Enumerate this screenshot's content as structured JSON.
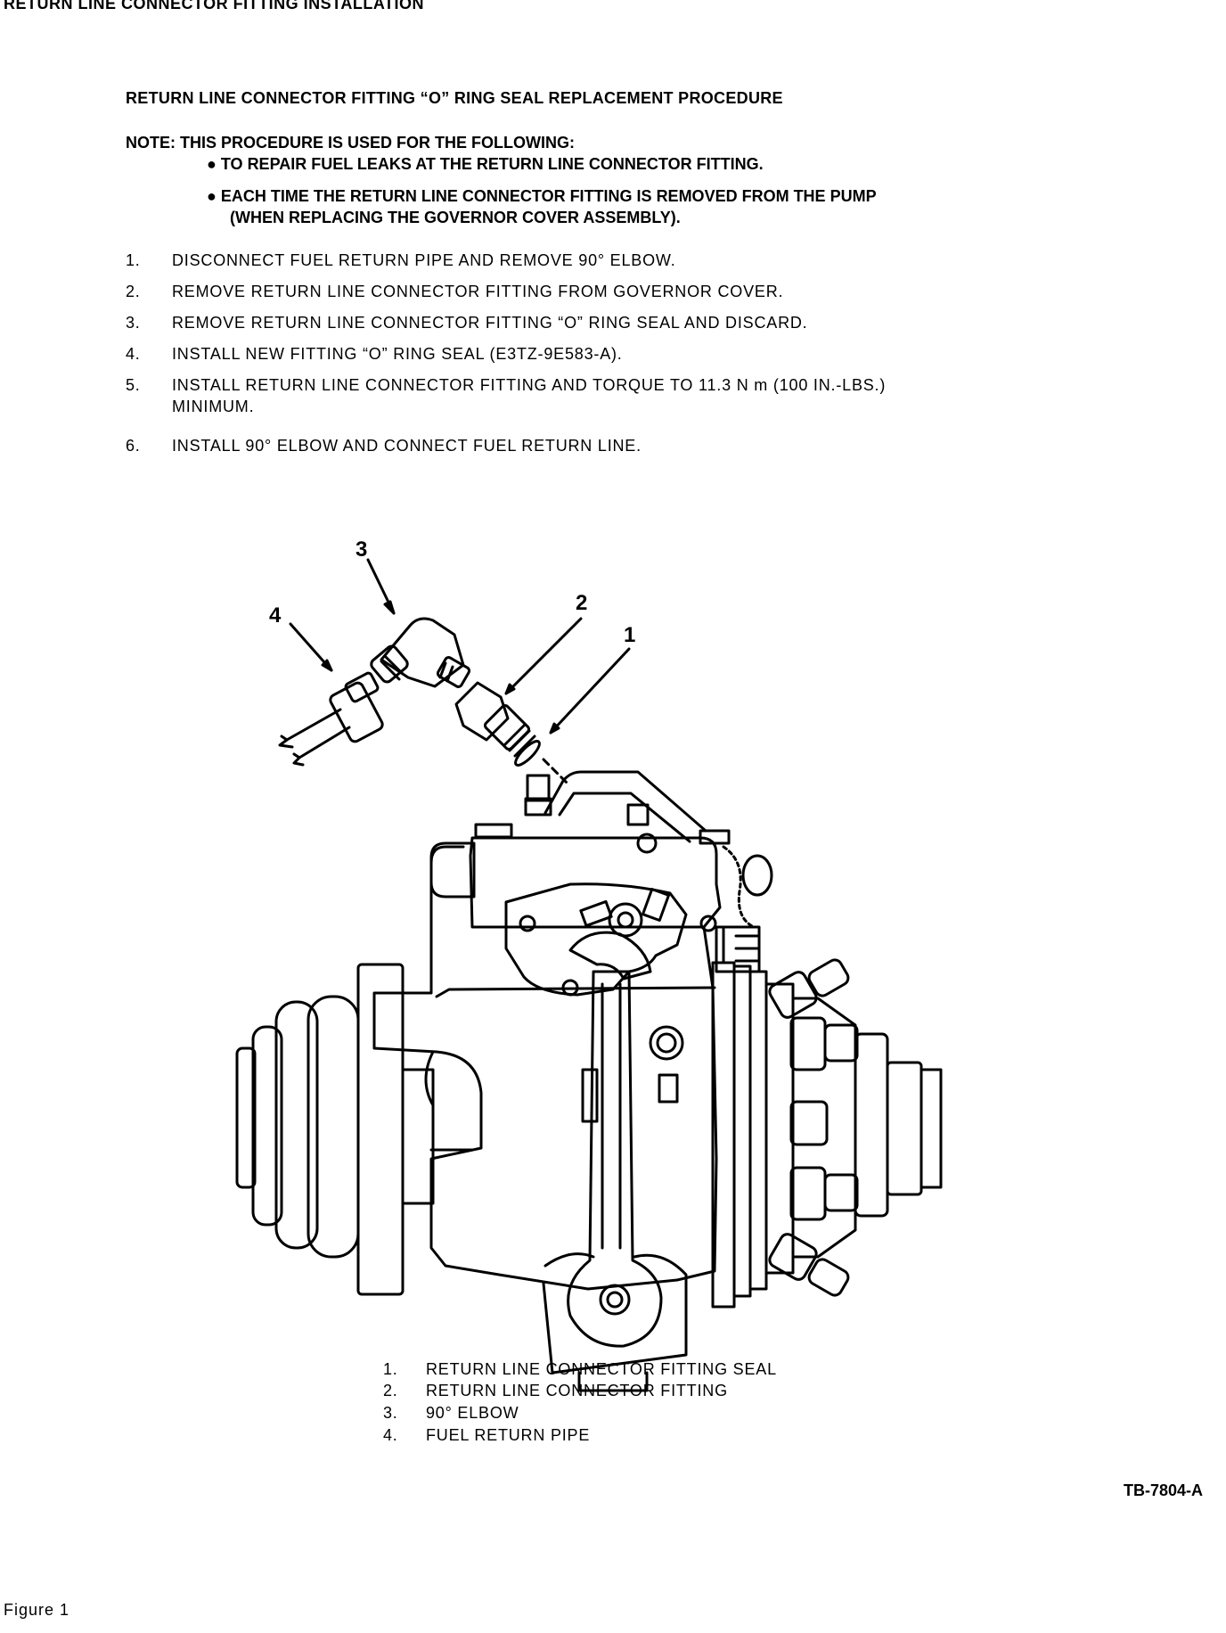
{
  "header": {
    "title": "RETURN LINE CONNECTOR FITTING INSTALLATION"
  },
  "procedure": {
    "subtitle": "RETURN LINE CONNECTOR FITTING “O” RING SEAL REPLACEMENT PROCEDURE",
    "note": "NOTE: THIS PROCEDURE IS USED FOR THE FOLLOWING:",
    "bullets": [
      "TO REPAIR FUEL LEAKS AT THE RETURN LINE CONNECTOR FITTING.",
      "EACH TIME THE RETURN LINE CONNECTOR FITTING IS REMOVED FROM THE PUMP",
      "(WHEN REPLACING THE GOVERNOR COVER ASSEMBLY)."
    ],
    "steps": [
      {
        "num": "1.",
        "text": "DISCONNECT FUEL RETURN PIPE AND REMOVE 90° ELBOW."
      },
      {
        "num": "2.",
        "text": "REMOVE RETURN LINE CONNECTOR FITTING FROM GOVERNOR COVER."
      },
      {
        "num": "3.",
        "text": "REMOVE RETURN LINE CONNECTOR FITTING “O” RING SEAL AND DISCARD."
      },
      {
        "num": "4.",
        "text": "INSTALL NEW FITTING “O” RING SEAL (E3TZ-9E583-A)."
      },
      {
        "num": "5.",
        "text": "INSTALL RETURN LINE CONNECTOR FITTING AND TORQUE TO 11.3 N m (100 IN.-LBS.)",
        "text2": "MINIMUM."
      },
      {
        "num": "6.",
        "text": "INSTALL 90° ELBOW AND CONNECT FUEL RETURN LINE."
      }
    ]
  },
  "figure": {
    "callouts": [
      "1",
      "2",
      "3",
      "4"
    ],
    "legend": [
      {
        "num": "1.",
        "text": "RETURN LINE CONNECTOR FITTING SEAL"
      },
      {
        "num": "2.",
        "text": "RETURN LINE CONNECTOR FITTING"
      },
      {
        "num": "3.",
        "text": "90° ELBOW"
      },
      {
        "num": "4.",
        "text": "FUEL RETURN PIPE"
      }
    ],
    "code": "TB-7804-A",
    "caption": "Figure  1"
  }
}
